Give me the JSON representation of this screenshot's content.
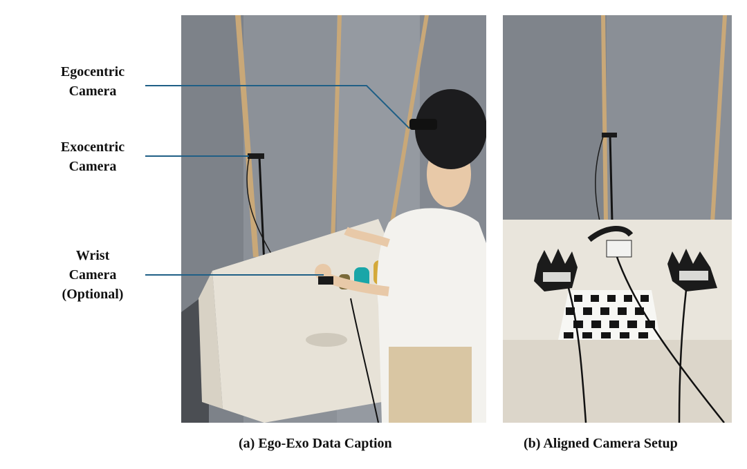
{
  "labels": {
    "ego": [
      "Egocentric",
      "Camera"
    ],
    "exo": [
      "Exocentric",
      "Camera"
    ],
    "wrist": [
      "Wrist",
      "Camera",
      "(Optional)"
    ]
  },
  "captions": {
    "a": "(a) Ego-Exo Data Caption",
    "b": "(b) Aligned Camera Setup"
  },
  "colors": {
    "callout": "#1f5f86",
    "wall": "#8a8f96",
    "table_cloth": "#e6e1d6",
    "shirt": "#f3f2ef"
  }
}
